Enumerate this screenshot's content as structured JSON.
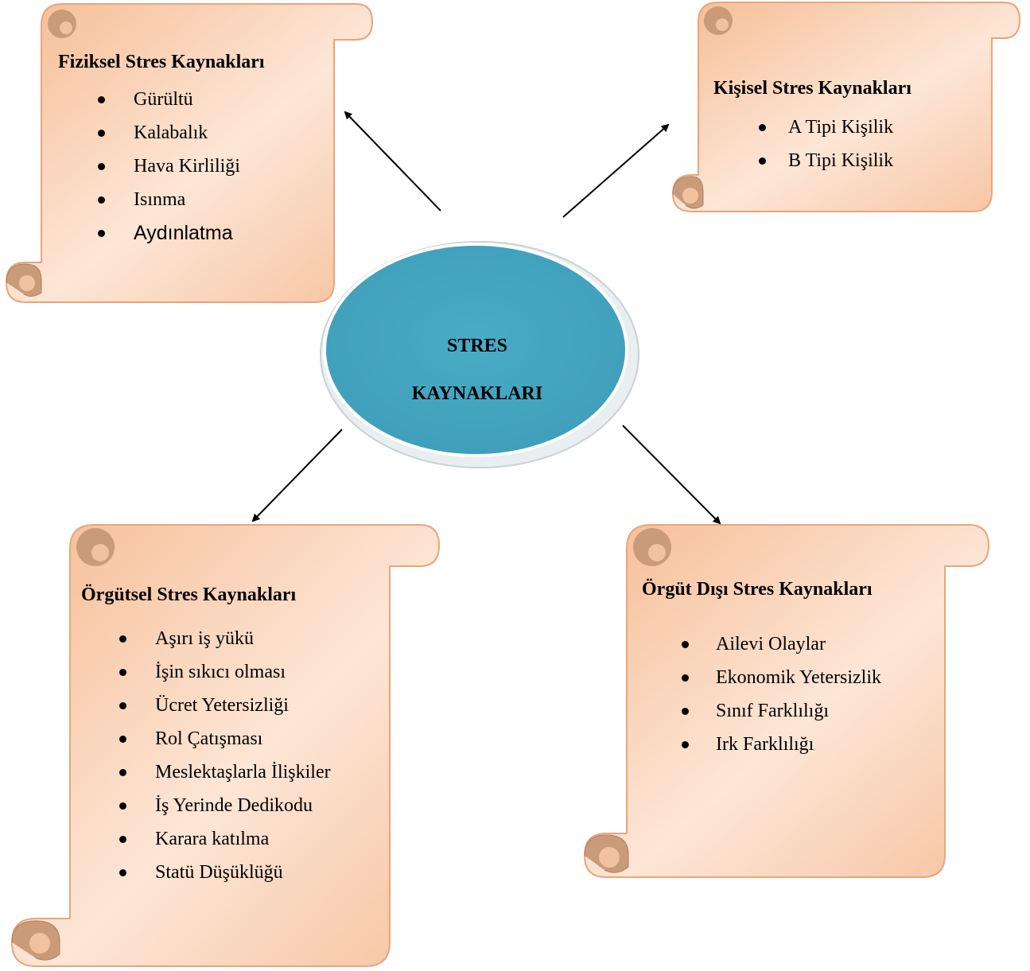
{
  "center": {
    "line1": "STRES",
    "line2": "KAYNAKLARI",
    "color": "#4aabc6"
  },
  "scroll_colors": {
    "body": "#f7c7a4",
    "body_light": "#fde9dc",
    "curl": "#c99b79",
    "border": "#e0956a"
  },
  "boxes": {
    "fiziksel": {
      "title": "Fiziksel Stres Kaynakları",
      "items": [
        "Gürültü",
        "Kalabalık",
        "Hava Kirliliği",
        "Isınma",
        "Aydınlatma"
      ]
    },
    "kisisel": {
      "title": "Kişisel Stres Kaynakları",
      "items": [
        "A Tipi Kişilik",
        "B Tipi Kişilik"
      ]
    },
    "orgutsel": {
      "title": "Örgütsel Stres Kaynakları",
      "items": [
        "Aşırı iş yükü",
        "İşin sıkıcı olması",
        "Ücret Yetersizliği",
        "Rol Çatışması",
        "Meslektaşlarla İlişkiler",
        "İş Yerinde Dedikodu",
        "Karara katılma",
        "Statü Düşüklüğü"
      ]
    },
    "orgut_disi": {
      "title": "Örgüt Dışı Stres Kaynakları",
      "items": [
        "Ailevi Olaylar",
        "Ekonomik Yetersizlik",
        "Sınıf Farklılığı",
        "Irk Farklılığı"
      ]
    }
  }
}
